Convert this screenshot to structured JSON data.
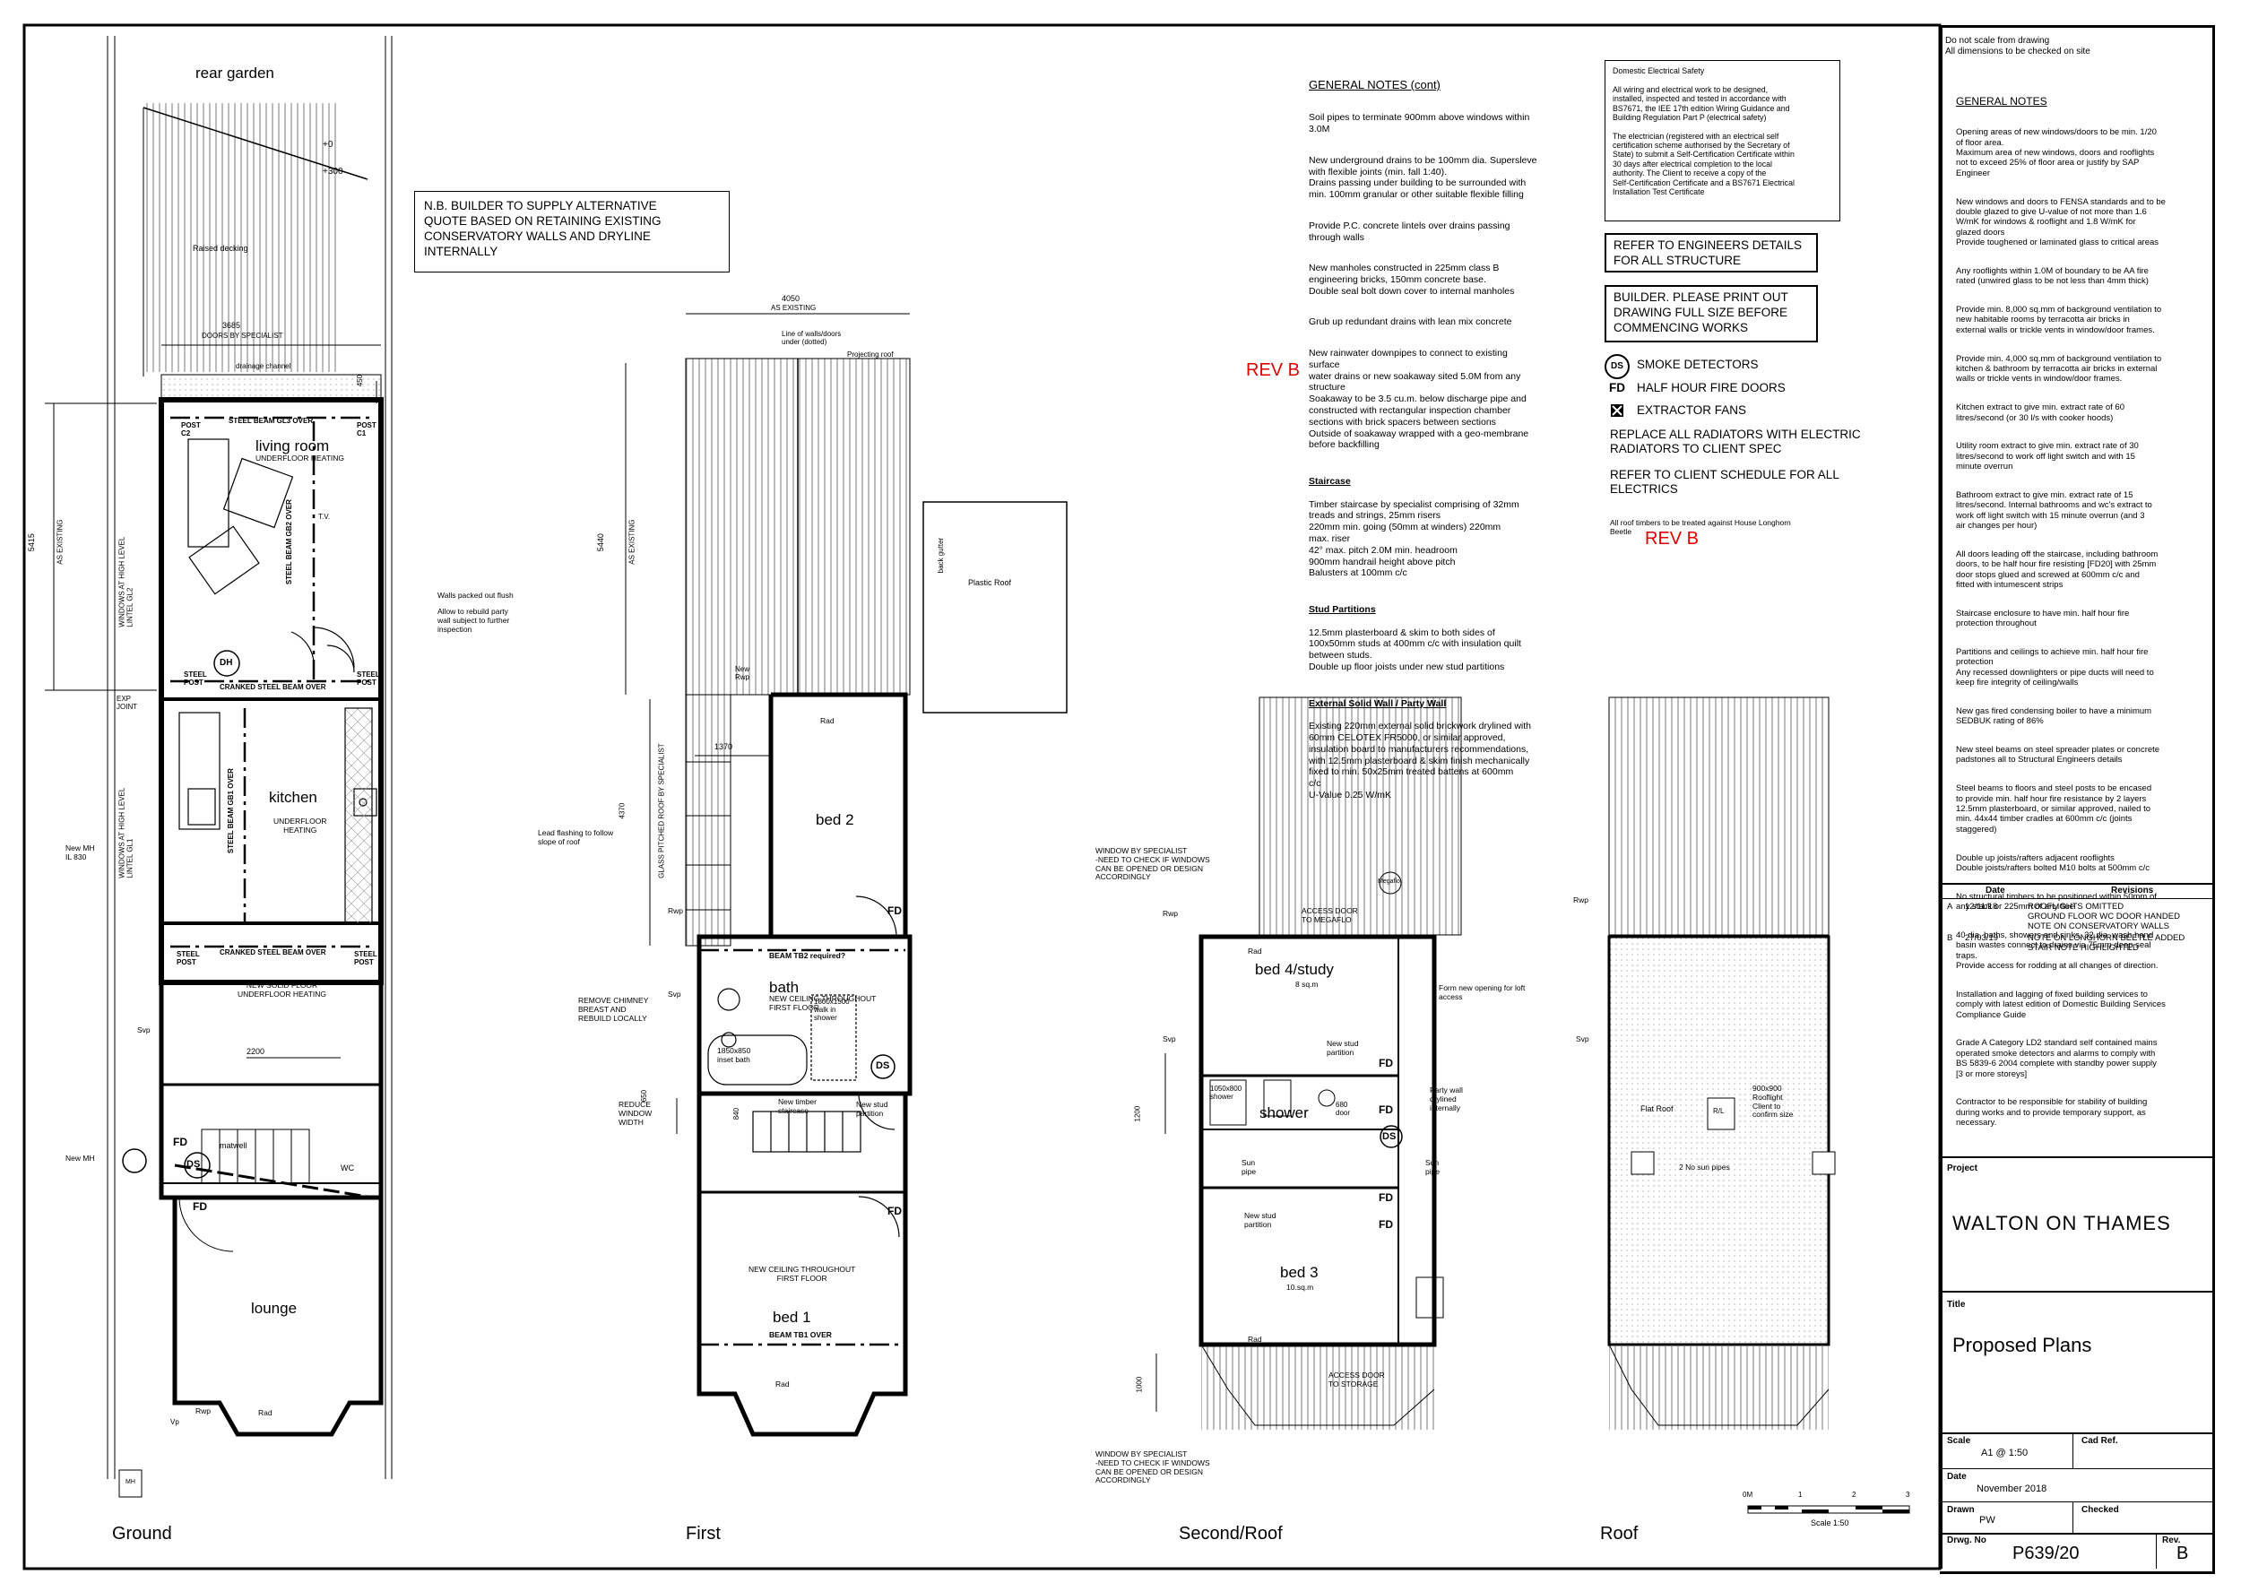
{
  "sheet": {
    "plan_labels": {
      "ground": "Ground",
      "first": "First",
      "second": "Second/Roof",
      "roof": "Roof"
    },
    "rear_garden": "rear garden",
    "level_marks": {
      "plus0": "+0",
      "plus300": "+300"
    },
    "raised_decking": "Raised decking",
    "nb_note": "N.B. BUILDER TO SUPPLY ALTERNATIVE\nQUOTE BASED ON RETAINING EXISTING\nCONSERVATORY WALLS AND DRYLINE\nINTERNALLY",
    "rooms": {
      "living": "living room",
      "living_sub": "UNDERFLOOR HEATING",
      "kitchen": "kitchen",
      "kitchen_sub": "UNDERFLOOR\nHEATING",
      "new_floor": "NEW SOLID FLOOR\nUNDERFLOOR HEATING",
      "lounge": "lounge",
      "bed2": "bed 2",
      "bath": "bath",
      "bath_sub": "NEW CEILING THROUGHOUT\nFIRST FLOOR",
      "bed1": "bed 1",
      "bed1_sub": "NEW CEILING THROUGHOUT\nFIRST FLOOR",
      "beam_tb1": "BEAM TB1 OVER",
      "beam_tb2": "BEAM TB2 required?",
      "bed4": "bed 4/study",
      "bed4_area": "8 sq.m",
      "shower": "shower",
      "bed3": "bed 3",
      "bed3_area": "10.sq.m",
      "flat_roof": "Flat Roof",
      "plastic_roof": "Plastic Roof",
      "matwell": "matwell",
      "wc": "WC"
    },
    "dims": {
      "d3685": "3685",
      "doors_spec": "DOORS BY SPECIALIST",
      "d4050": "4050",
      "as_existing": "AS EXISTING",
      "d5415": "5415",
      "d5440": "5440",
      "d2200": "2200",
      "d1370": "1370",
      "d4370": "4370",
      "d840": "840",
      "d650": "650",
      "d1200": "1200",
      "d1000": "1000",
      "d450": "450"
    },
    "ground_notes": {
      "drainage": "drainage channel",
      "post_c2": "POST\nC2",
      "post_c1": "POST\nC1",
      "gl3": "STEEL BEAM GL3 OVER",
      "gb2": "STEEL BEAM GB2 OVER",
      "gb1": "STEEL BEAM GB1 OVER",
      "cranked1": "CRANKED STEEL BEAM OVER",
      "cranked2": "CRANKED STEEL BEAM OVER",
      "steel_post": "STEEL\nPOST",
      "windows_gl2": "WINDOWS AT HIGH LEVEL\nLINTEL GL2",
      "windows_gl1": "WINDOWS AT HIGH LEVEL\nLINTEL GL1",
      "exp_joint": "EXP\nJOINT",
      "walls_packed": "Walls packed out flush",
      "rebuild": "Allow to rebuild party\nwall subject to further\ninspection",
      "new_mh": "New MH\nIL 830",
      "new_mh2": "New MH",
      "svp": "Svp",
      "rwp": "Rwp",
      "rad": "Rad",
      "mh": "MH",
      "vp": "Vp",
      "tv": "T.V.",
      "dh": "DH",
      "ds": "DS",
      "fd": "FD"
    },
    "first_notes": {
      "line_walls": "Line of walls/doors\nunder (dotted)",
      "projecting": "Projecting roof",
      "back_gutter": "back gutter",
      "glass_roof": "GLASS PITCHED ROOF BY SPECIALIST",
      "lead": "Lead flashing to follow\nslope of roof",
      "remove_chimney": "REMOVE CHIMNEY\nBREAST AND\nREBUILD LOCALLY",
      "reduce_window": "REDUCE\nWINDOW\nWIDTH",
      "timber_stair": "New timber\nstaircase",
      "new_stud": "New stud\npartition",
      "inset_bath": "1850x850\ninset bath",
      "walk_in": "1800x1500\nwalk in\nshower",
      "new_rwp": "New\nRwp"
    },
    "second_notes": {
      "window_spec": "WINDOW BY SPECIALIST\n-NEED TO CHECK IF WINDOWS\nCAN BE OPENED OR DESIGN\nACCORDINGLY",
      "access_megaflo": "ACCESS DOOR\nTO MEGAFLO",
      "megaflo": "Megaflo",
      "loft": "Form new opening for loft\naccess",
      "party_wall": "Party wall\ndrylined\ninternally",
      "new_stud": "New stud\npartition",
      "sun_pipe": "Sun\npipe",
      "shower_size": "1050x800\nshower",
      "door680": "680\ndoor",
      "access_storage": "ACCESS DOOR\nTO STORAGE"
    },
    "roof_notes": {
      "rooflight": "900x900\nRooflight\nClient to\nconfirm size",
      "sun_pipes": "2 No sun pipes",
      "rl": "R/L"
    },
    "scale_bar": {
      "ticks": [
        "0M",
        "1",
        "2",
        "3"
      ],
      "label": "Scale 1:50"
    }
  },
  "notes_cont": {
    "heading": "GENERAL NOTES (cont)",
    "paras": [
      "Soil pipes to terminate 900mm above windows within\n3.0M",
      "New underground drains to be 100mm dia. Supersleve\nwith flexible joints (min. fall 1:40).\nDrains passing under building to be surrounded with\nmin. 100mm granular or other suitable flexible filling",
      "Provide P.C. concrete lintels over drains passing\nthrough walls",
      "New manholes constructed in 225mm class B\nengineering bricks, 150mm concrete base.\nDouble seal bolt down cover to internal manholes",
      "Grub up redundant drains with lean mix concrete",
      "New rainwater downpipes to connect to existing surface\nwater drains or new soakaway sited 5.0M from any\nstructure\nSoakaway to be 3.5 cu.m. below discharge pipe and\nconstructed with rectangular inspection chamber\nsections with brick spacers between sections\nOutside of soakaway wrapped with a geo-membrane\nbefore backfilling"
    ],
    "staircase_head": "Staircase",
    "staircase": "Timber staircase by specialist comprising of 32mm\ntreads and strings, 25mm risers\n220mm min. going  (50mm at winders)   220mm\nmax. riser\n42° max. pitch        2.0M min. headroom\n900mm handrail height above pitch\nBalusters at 100mm c/c",
    "stud_head": "Stud Partitions",
    "stud": "12.5mm plasterboard & skim to both sides of\n100x50mm studs at 400mm c/c with insulation quilt\nbetween studs.\nDouble up floor joists under new stud partitions",
    "ext_head": "External Solid Wall / Party Wall",
    "ext": "Existing 220mm external solid brickwork drylined with\n60mm CELOTEX FR5000, or similar approved,\ninsulation board to manufacturers recommendations,\nwith 12.5mm plasterboard & skim finish mechanically\nfixed to min. 50x25mm treated battens at 600mm\nc/c\nU-Value 0.25 W/mK"
  },
  "electrical": {
    "text": "Domestic Electrical Safety\n\nAll wiring and electrical work to be designed,\ninstalled, inspected and tested in accordance with\nBS7671, the IEE 17th edition Wiring Guidance and\nBuilding Regulation Part P (electrical safety)\n\nThe electrician (registered with an electrical self\ncertification scheme authorised by the Secretary of\nState) to submit a Self-Certification Certificate within\n30 days after electrical completion to the local\nauthority. The Client to receive a copy of the\nSelf-Certification Certificate and a BS7671 Electrical\nInstallation Test Certificate"
  },
  "engineer_box": "REFER TO ENGINEERS DETAILS\nFOR ALL STRUCTURE",
  "builder_box": "BUILDER. PLEASE PRINT OUT\nDRAWING FULL SIZE BEFORE\nCOMMENCING WORKS",
  "legend": {
    "ds_sym": "DS",
    "ds": "SMOKE DETECTORS",
    "fd_sym": "FD",
    "fd": "HALF HOUR FIRE DOORS",
    "ef": "EXTRACTOR FANS",
    "radiators": "REPLACE ALL RADIATORS WITH ELECTRIC\nRADIATORS TO CLIENT SPEC",
    "electrics": "REFER TO CLIENT SCHEDULE FOR ALL\nELECTRICS",
    "timbers": "All roof timbers to be treated against House Longhorn\nBeetle"
  },
  "rev_marks": [
    "REV B",
    "REV B"
  ],
  "title_block": {
    "top": "Do not scale from drawing\nAll dimensions to be checked on site",
    "gn_head": "GENERAL NOTES",
    "gn": [
      "Opening areas of new windows/doors to be min. 1/20\nof floor area.\nMaximum area of new windows, doors and rooflights\nnot to exceed 25% of floor area or justify by SAP\nEngineer",
      "New windows and doors to FENSA standards and to be\ndouble glazed to give U-value of not more than 1.6\nW/mK for windows & rooflight and 1.8 W/mK for\nglazed doors\nProvide toughened or laminated glass to critical areas",
      "Any rooflights within 1.0M of boundary to be AA fire\nrated (unwired glass to be not less than 4mm thick)",
      "Provide min. 8,000 sq.mm of background ventilation to\nnew habitable rooms by terracotta air bricks in\nexternal walls or trickle vents in window/door frames.",
      "Provide min. 4,000 sq.mm of background ventilation to\nkitchen & bathroom by terracotta air bricks in external\nwalls or trickle vents in window/door frames.",
      "Kitchen extract to give min. extract rate of 60\nlitres/second (or 30 l/s with cooker hoods)",
      "Utility room extract to give min. extract rate of 30\nlitres/second to work off light switch and with 15\nminute overrun",
      "Bathroom extract to give min. extract rate of 15\nlitres/second. Internal bathrooms and wc's extract to\nwork off light switch with 15 minute overrun (and 3\nair changes per hour)",
      "All doors leading off the staircase, including bathroom\ndoors, to be half hour fire resisting [FD20] with 25mm\ndoor stops glued and screwed at 600mm c/c and\nfitted with intumescent strips",
      "Staircase enclosure to have min. half hour fire\nprotection throughout",
      "Partitions and ceilings to achieve min. half hour fire\nprotection\nAny recessed downlighters or pipe ducts will need to\nkeep fire integrity of ceiling/walls",
      "New gas fired condensing boiler to have a minimum\nSEDBUK rating of 86%",
      "New steel beams on steel spreader plates or concrete\npadstones all to Structural Engineers details",
      "Steel beams to floors and steel posts to be encased\nto provide min. half hour fire resistance by 2 layers\n12.5mm plasterboard, or similar approved, nailed to\nmin. 44x44 timber cradles at 600mm c/c (joints\nstaggered)",
      "Double up joists/rafters adjacent rooflights\nDouble joists/rafters bolted M10 bolts at 500mm c/c",
      "No structural timbers to be positioned within 50mm of\nany stack or 225mm of any flue",
      "40 dia. baths, showers and sinks, 32 dia. wash hand\nbasin wastes connect to drains via 75mm deep seal\ntraps.\nProvide access for rodding at all changes of direction.",
      "Installation and lagging of fixed building services to\ncomply with latest edition of Domestic Building Services\nCompliance Guide",
      "Grade A Category LD2 standard self contained mains\noperated smoke detectors and alarms to comply with\nBS 5839-6 2004 complete with standby power supply\n[3 or more storeys]",
      "Contractor to be responsible for stability of building\nduring works and to provide temporary support, as\nnecessary."
    ],
    "rev_head_date": "Date",
    "rev_head_rev": "Revisions",
    "revisions": [
      {
        "rev": "A",
        "date": "12/11/18",
        "text": "ROOFLIGHTS OMITTED\nGROUND FLOOR WC DOOR HANDED\nNOTE ON CONSERVATORY WALLS"
      },
      {
        "rev": "B",
        "date": "27/03/19",
        "text": "NOTE ON LONGHORN BEETLE ADDED\nSTAIR NOTE HIGHLIGHTED"
      }
    ],
    "project_label": "Project",
    "project": "WALTON ON THAMES",
    "title_label": "Title",
    "title": "Proposed Plans",
    "scale_label": "Scale",
    "scale": "A1 @ 1:50",
    "cad_label": "Cad Ref.",
    "date_label": "Date",
    "date": "November 2018",
    "drawn_label": "Drawn",
    "drawn": "PW",
    "checked_label": "Checked",
    "drg_label": "Drwg. No",
    "drg": "P639/20",
    "rev_label": "Rev.",
    "rev": "B"
  }
}
